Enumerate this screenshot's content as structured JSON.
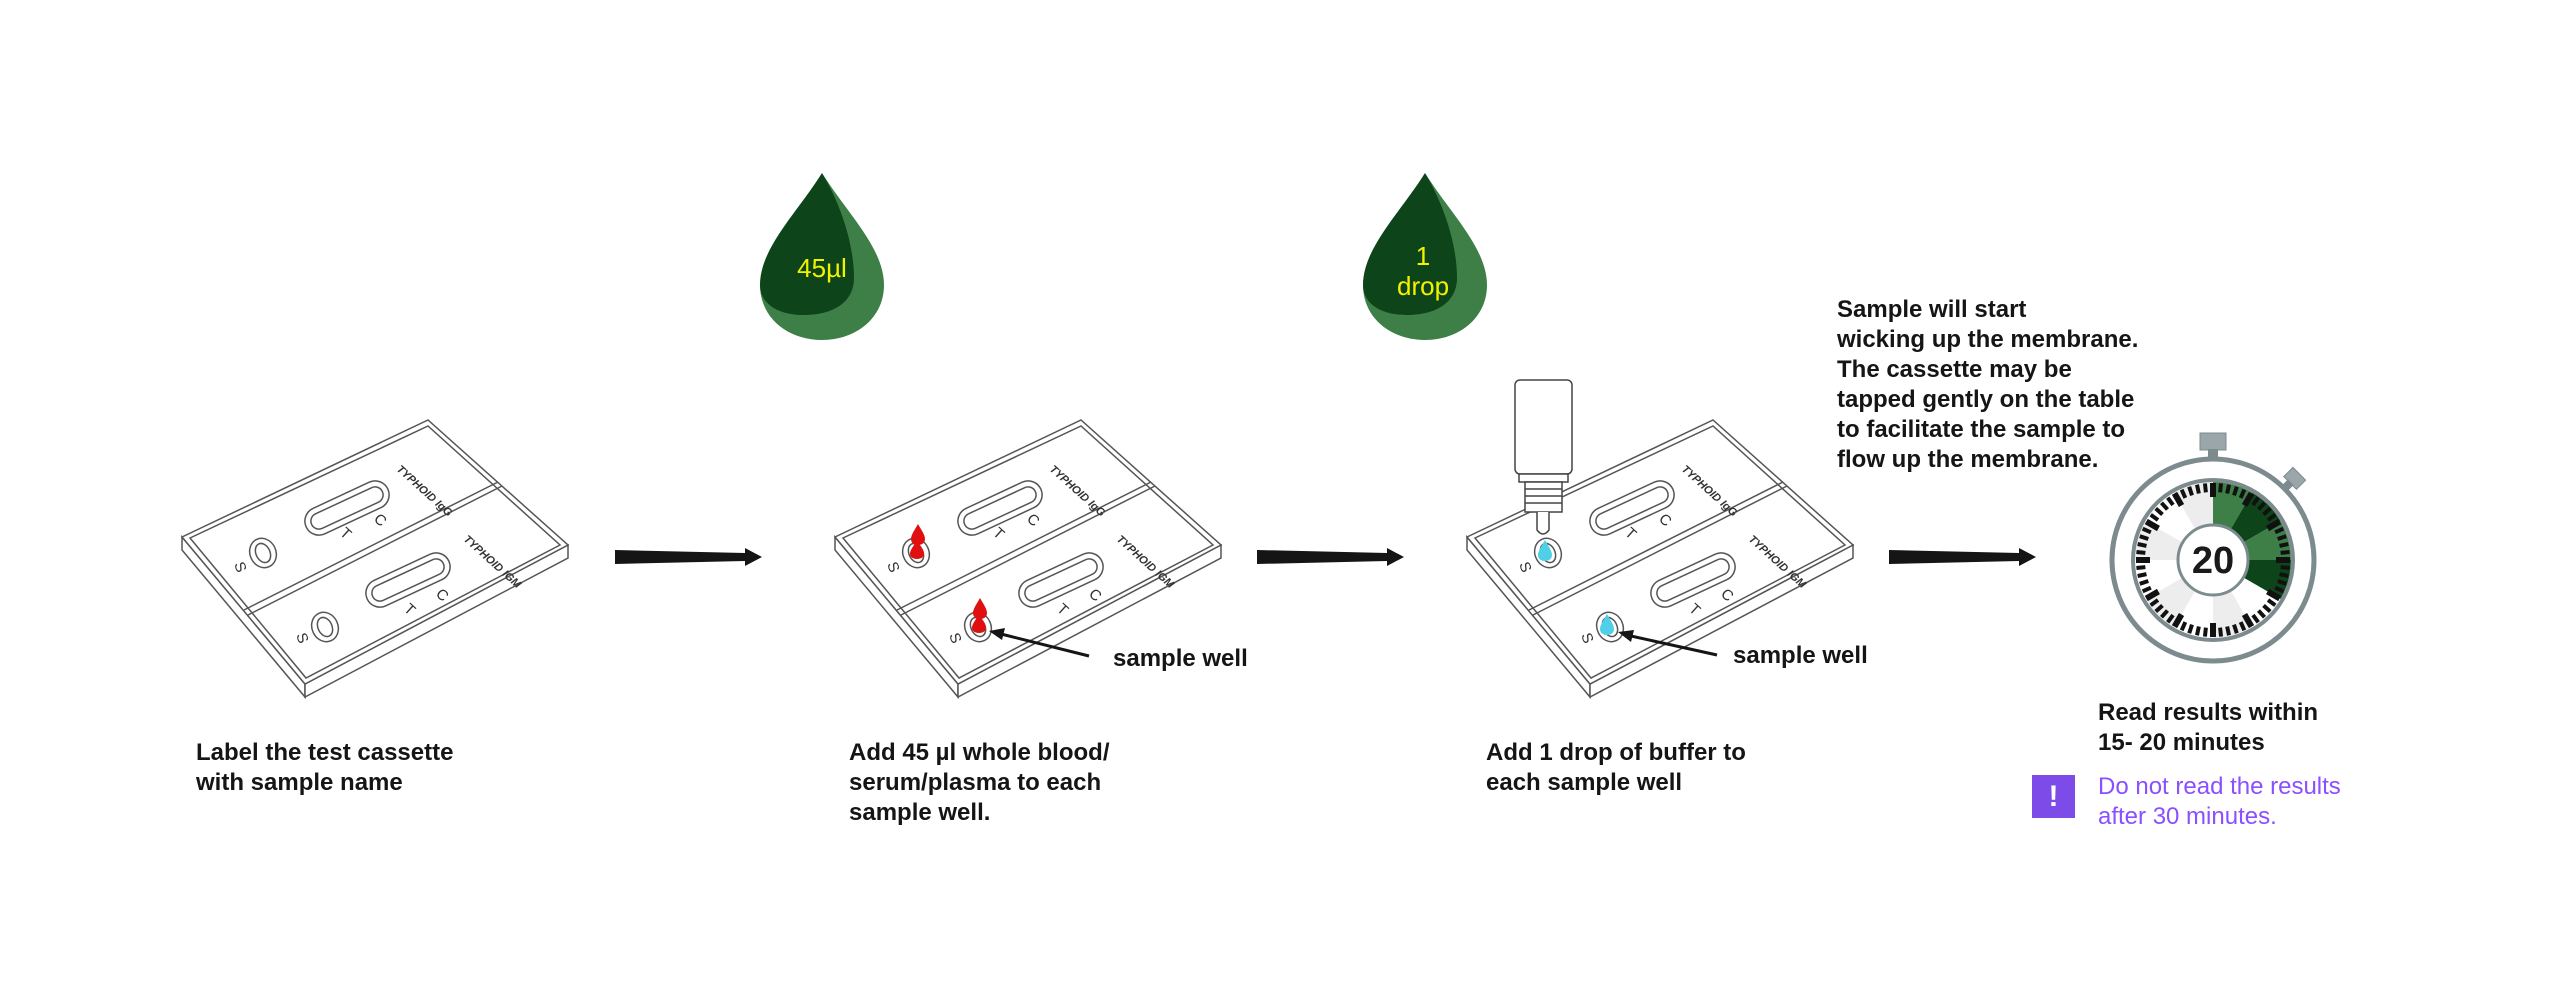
{
  "colors": {
    "drop_dark": "#0d4419",
    "drop_light": "#3d7f47",
    "drop_text": "#f2f200",
    "blood": "#e01010",
    "buffer": "#4fd0e6",
    "warning": "#8a4fff",
    "timer_gray": "#7d8b8f"
  },
  "drops": {
    "volume": "45µl",
    "buffer_line1": "1",
    "buffer_line2": "drop"
  },
  "cassette": {
    "strip1_label": "TYPHOID IgG",
    "strip2_label": "TYPHOID IGM",
    "control": "C",
    "test": "T",
    "sample": "S"
  },
  "callouts": {
    "sample_well": "sample well"
  },
  "steps": [
    {
      "lines": [
        "Label the test cassette",
        "with sample name"
      ]
    },
    {
      "lines": [
        "Add 45 µl whole blood/",
        "serum/plasma to each",
        "sample well."
      ]
    },
    {
      "lines": [
        "Add 1 drop of buffer to",
        "each sample well"
      ]
    },
    {
      "lines": [
        "Read results within",
        "15- 20 minutes"
      ]
    }
  ],
  "wicking_note": [
    "Sample will start",
    "wicking up the membrane.",
    "The cassette may be",
    "tapped gently on the table",
    "to facilitate the sample to",
    "flow up the membrane."
  ],
  "timer": {
    "display": "20",
    "icon": "stopwatch-icon",
    "elapsed_minutes": 20
  },
  "warning": {
    "icon": "exclamation-icon",
    "symbol": "!",
    "lines": [
      "Do not read the results",
      "after 30 minutes."
    ]
  }
}
